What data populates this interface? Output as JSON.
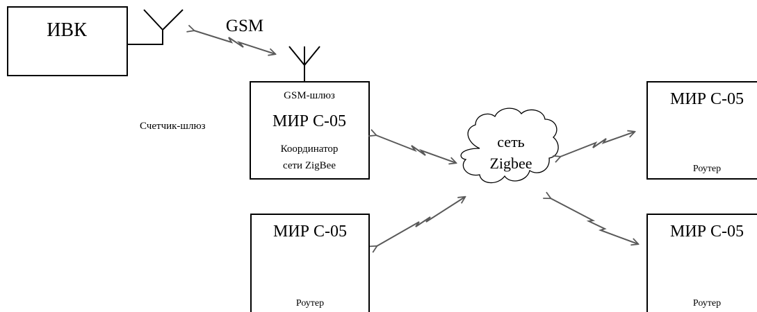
{
  "ivk": {
    "title": "ИВК"
  },
  "gsm_link": {
    "label": "GSM"
  },
  "gateway": {
    "side_label": "Счетчик-шлюз",
    "top_label": "GSM-шлюз",
    "model": "МИР С-05",
    "role_line1": "Координатор",
    "role_line2": "сети ZigBee"
  },
  "network": {
    "line1": "сеть",
    "line2": "Zigbee"
  },
  "routers": [
    {
      "model": "МИР С-05",
      "role": "Роутер"
    },
    {
      "model": "МИР С-05",
      "role": "Роутер"
    },
    {
      "model": "МИР С-05",
      "role": "Роутер"
    }
  ],
  "colors": {
    "link_arrow": "#595959",
    "outline": "#000000"
  }
}
